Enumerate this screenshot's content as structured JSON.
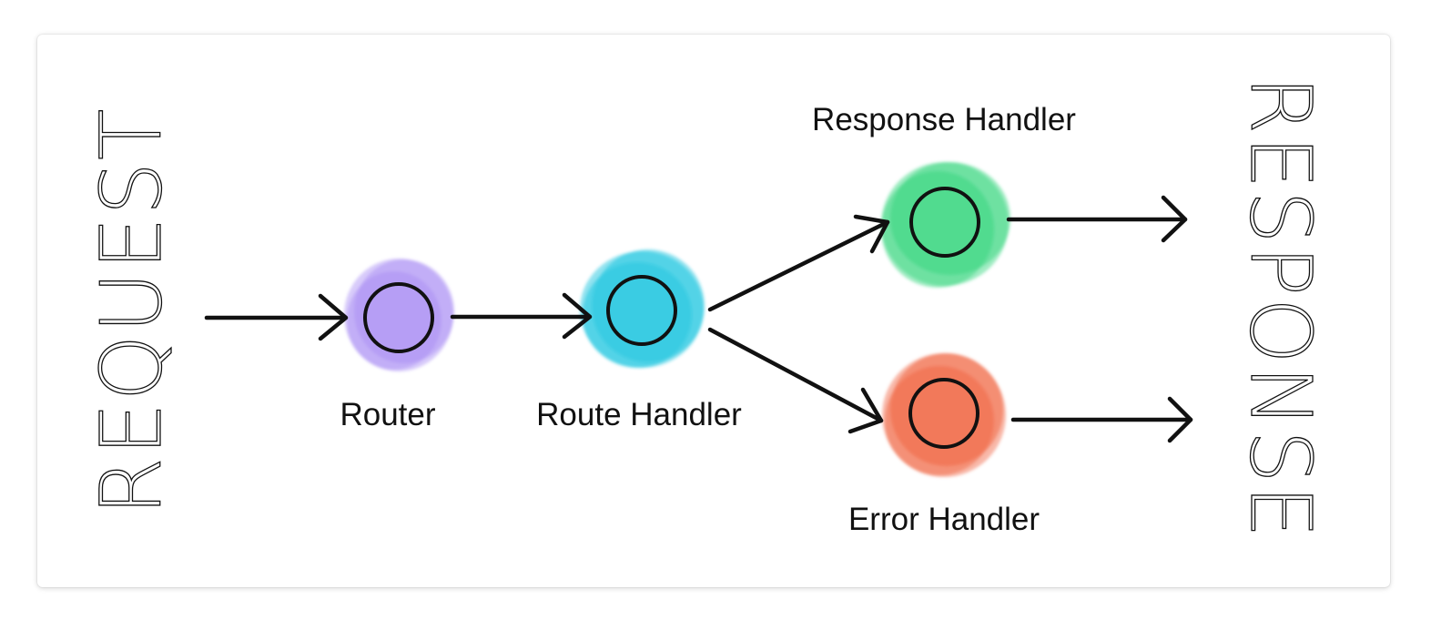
{
  "diagram": {
    "left_label": "REQUEST",
    "right_label": "RESPONSE",
    "nodes": {
      "router": {
        "label": "Router",
        "color": "#a88bf5"
      },
      "route_handler": {
        "label": "Route Handler",
        "color": "#1ec6e0"
      },
      "response_handler": {
        "label": "Response Handler",
        "color": "#2ed47a"
      },
      "error_handler": {
        "label": "Error Handler",
        "color": "#f0623e"
      }
    }
  }
}
